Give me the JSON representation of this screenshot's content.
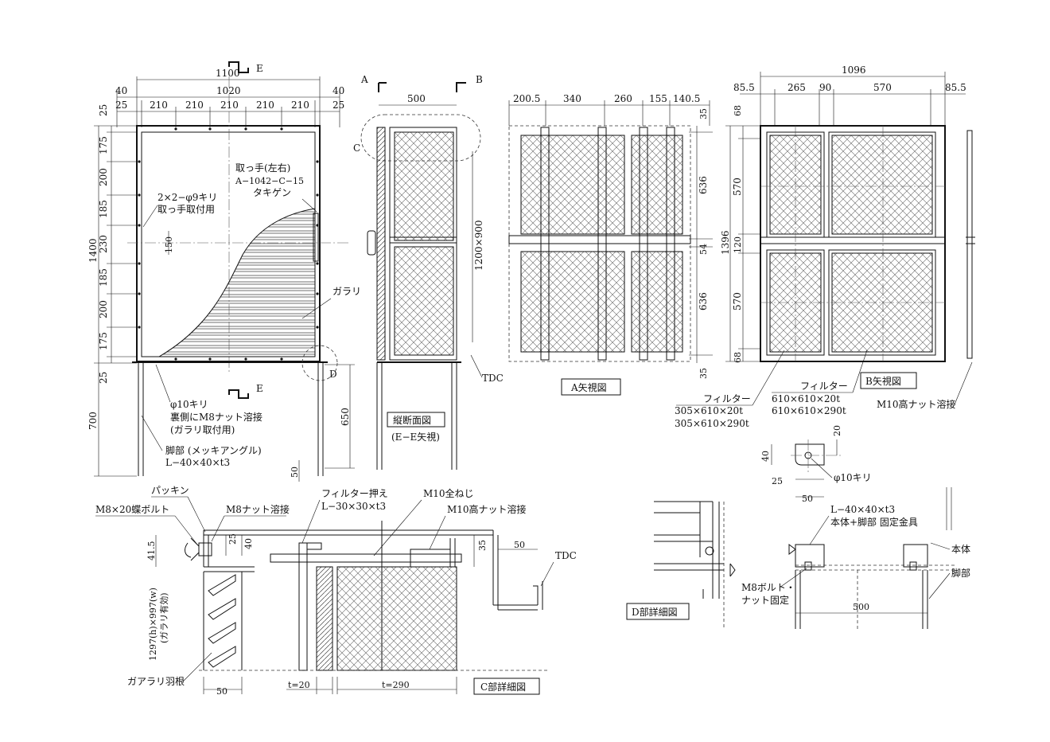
{
  "front_view": {
    "section_marker_top": "E",
    "section_marker_bottom": "E",
    "dims_top": {
      "overall": "1100",
      "side_left": "40",
      "side_right": "40",
      "inner": "1020",
      "edge_left": "25",
      "edge_right": "25",
      "pitches": [
        "210",
        "210",
        "210",
        "210",
        "210"
      ]
    },
    "dims_left": {
      "overall": "1400",
      "rows": [
        "25",
        "175",
        "200",
        "185",
        "230",
        "185",
        "200",
        "175",
        "25"
      ],
      "legs": "700"
    },
    "leg_height": "650",
    "hole_spacing": "150",
    "small_dim_50": "50",
    "labels": {
      "handle_line1": "取っ手(左右)",
      "handle_line2": "A−1042−C−15",
      "handle_line3": "タキゲン",
      "holes_line1": "2×2−φ9キリ",
      "holes_line2": "取っ手取付用",
      "louver": "ガラリ",
      "phi10_line1": "φ10キリ",
      "phi10_line2": "裏側にM8ナット溶接",
      "phi10_line3": "(ガラリ取付用)",
      "legs_line1": "脚部 (メッキアングル)",
      "legs_line2": "L−40×40×t3",
      "detail_d": "D"
    }
  },
  "section_view": {
    "marker_a": "A",
    "marker_b": "B",
    "marker_c": "C",
    "width_dim": "500",
    "filter_dim": "1200×900",
    "tdc": "TDC",
    "title": "縦断面図",
    "subtitle": "(E−E矢視)"
  },
  "view_a": {
    "title": "A矢視図",
    "dims_top": [
      "200.5",
      "340",
      "260",
      "155",
      "140.5"
    ],
    "dims_right": [
      "35",
      "636",
      "54",
      "636",
      "35"
    ]
  },
  "view_b": {
    "title": "B矢視図",
    "dims_top_overall": "1096",
    "dims_top": [
      "85.5",
      "265",
      "90",
      "570",
      "85.5"
    ],
    "dims_left_overall": "1396",
    "dims_left": [
      "68",
      "570",
      "120",
      "570",
      "68"
    ],
    "filter_label": "フィルター",
    "filter_small_1": "305×610×20t",
    "filter_small_2": "305×610×290t",
    "filter_large_1": "610×610×20t",
    "filter_large_2": "610×610×290t",
    "m10_nut": "M10高ナット溶接"
  },
  "detail_c": {
    "title": "C部詳細図",
    "packing": "パッキン",
    "wing_bolt": "M8×20蝶ボルト",
    "m8_nut": "M8ナット溶接",
    "filter_holder_1": "フィルター押え",
    "filter_holder_2": "L−30×30×t3",
    "m10_threaded": "M10全ねじ",
    "m10_nut": "M10高ナット溶接",
    "tdc": "TDC",
    "dim_41_5": "41.5",
    "dim_25": "25",
    "dim_40": "40",
    "dim_35": "35",
    "dim_50_top": "50",
    "dim_50_bottom": "50",
    "effective_1": "1297(h)×997(w)",
    "effective_2": "(ガラリ有効)",
    "louver_blade": "ガアラリ羽根",
    "t20": "t=20",
    "t290": "t=290"
  },
  "detail_d": {
    "title": "D部詳細図",
    "dim_20": "20",
    "dim_40": "40",
    "dim_25": "25",
    "dim_50": "50",
    "phi10": "φ10キリ",
    "bracket_1": "L−40×40×t3",
    "bracket_2": "本体+脚部 固定金具",
    "body": "本体",
    "m8_bolt_1": "M8ボルト・",
    "m8_bolt_2": "ナット固定",
    "legs": "脚部",
    "dim_500": "500"
  }
}
